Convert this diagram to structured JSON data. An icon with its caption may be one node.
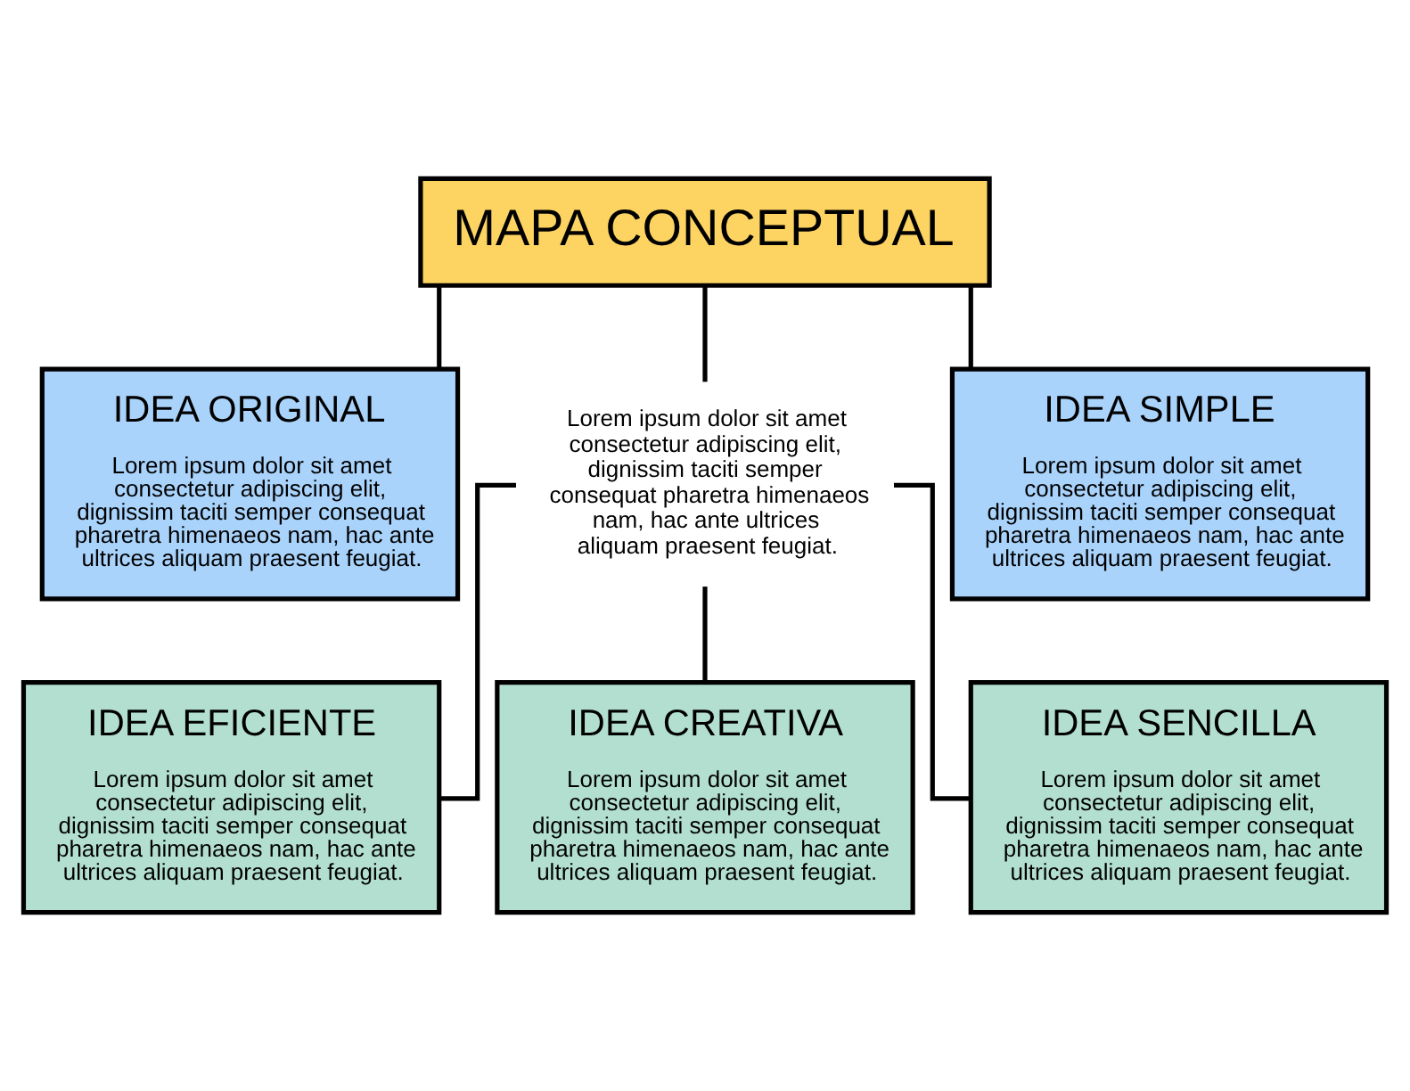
{
  "diagram": {
    "nodes": [
      {
        "text": [
          "MAPA CONCEPTUAL"
        ]
      },
      {
        "text": [
          "IDEA ORIGINAL",
          "Lorem ipsum dolor sit amet consectetur adipiscing elit, dignissim taciti semper consequat pharetra himenaeos nam, hac ante ultrices aliquam praesent feugiat."
        ]
      },
      {
        "text": [
          "Lorem ipsum dolor sit amet consectetur adipiscing elit, dignissim taciti semper consequat pharetra himenaeos nam, hac ante ultrices aliquam praesent feugiat."
        ]
      },
      {
        "text": [
          "IDEA SIMPLE",
          "Lorem ipsum dolor sit amet consectetur adipiscing elit, dignissim taciti semper consequat pharetra himenaeos nam, hac ante ultrices aliquam praesent feugiat."
        ]
      },
      {
        "text": [
          "IDEA EFICIENTE",
          "Lorem ipsum dolor sit amet consectetur adipiscing elit, dignissim taciti semper consequat pharetra himenaeos nam, hac ante ultrices aliquam praesent feugiat."
        ]
      },
      {
        "text": [
          "IDEA CREATIVA",
          "Lorem ipsum dolor sit amet consectetur adipiscing elit, dignissim taciti semper consequat pharetra himenaeos nam, hac ante ultrices aliquam praesent feugiat."
        ]
      },
      {
        "text": [
          "IDEA SENCILLA",
          "Lorem ipsum dolor sit amet consectetur adipiscing elit, dignissim taciti semper consequat pharetra himenaeos nam, hac ante ultrices aliquam praesent feugiat."
        ]
      }
    ],
    "edges": [
      {
        "from": 0,
        "to": 1,
        "arrow": "none"
      },
      {
        "from": 0,
        "to": 2,
        "arrow": "none"
      },
      {
        "from": 0,
        "to": 3,
        "arrow": "none"
      },
      {
        "from": 2,
        "to": 4,
        "arrow": "none"
      },
      {
        "from": 2,
        "to": 5,
        "arrow": "none"
      },
      {
        "from": 2,
        "to": 6,
        "arrow": "none"
      }
    ]
  }
}
